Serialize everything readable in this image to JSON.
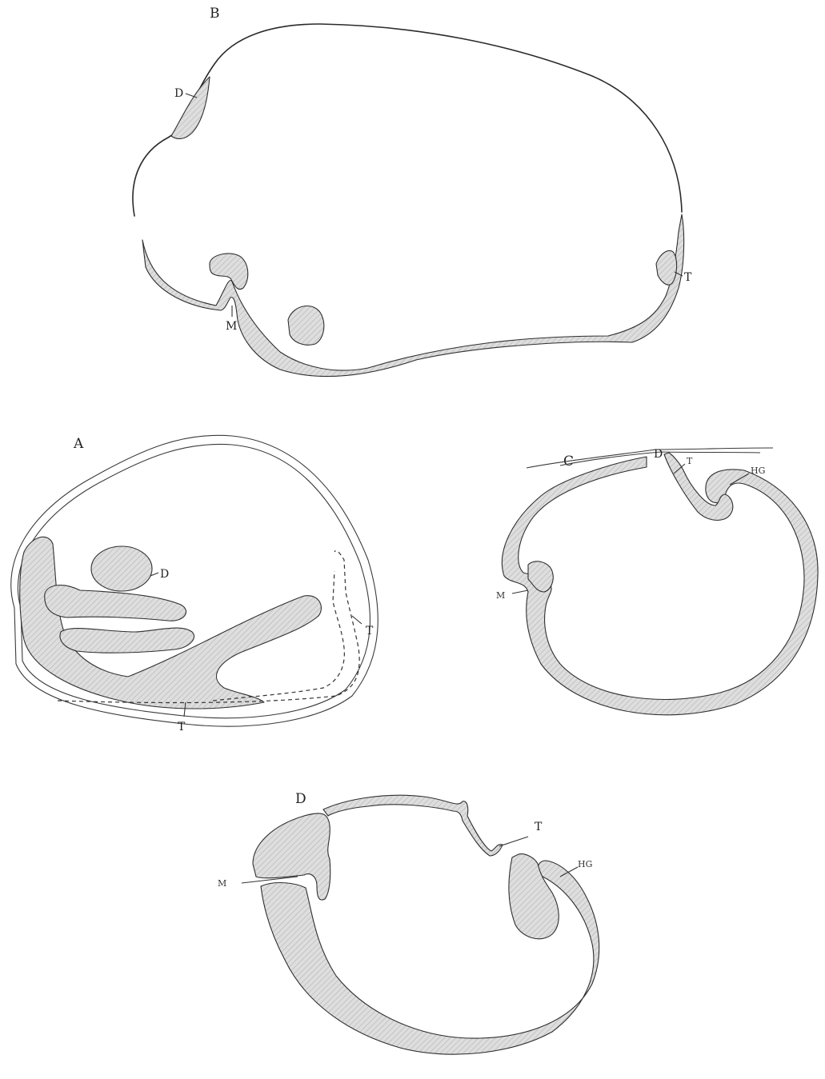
{
  "colors": {
    "ink": "#2a2a2a",
    "tissue_fill": "#d9d9d9",
    "hatch": "#bdbdbd",
    "background": "#ffffff"
  },
  "figures": {
    "B": {
      "letter": "B",
      "labels": {
        "D": "D",
        "M": "M",
        "T": "T"
      }
    },
    "A": {
      "letter": "A",
      "labels": {
        "D": "D",
        "T_right": "T",
        "T_bottom": "T"
      }
    },
    "C": {
      "letter": "C",
      "labels": {
        "D": "D",
        "T": "T",
        "HG": "HG",
        "M": "M"
      }
    },
    "D": {
      "letter": "D",
      "labels": {
        "T": "T",
        "HG": "HG",
        "M": "M"
      }
    }
  }
}
